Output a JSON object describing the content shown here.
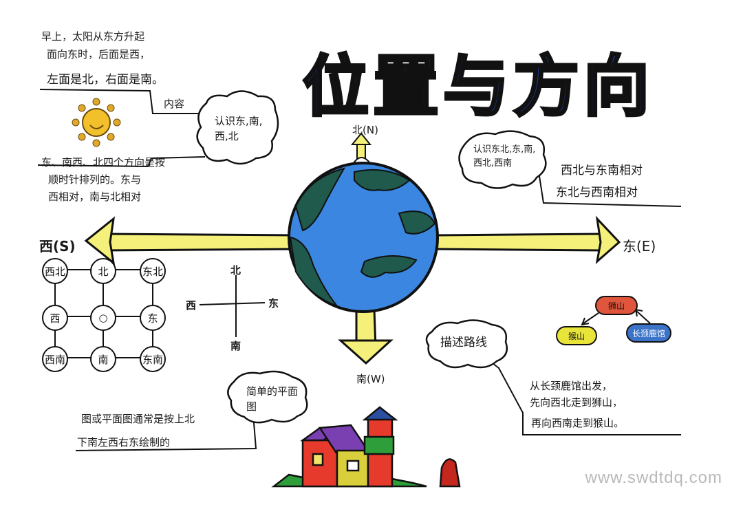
{
  "title": "位置与方向",
  "directions": {
    "north": "北(N)",
    "south": "南(W)",
    "east": "东(E)",
    "west": "西(S)"
  },
  "top_left": {
    "notes": [
      "早上，太阳从东方升起",
      "面向东时，后面是西，",
      "左面是北，右面是南。"
    ],
    "tag": "内容"
  },
  "bubble_recognize_4": "认识东,南,西,北",
  "left_middle_note": [
    "东、南西、北四个方向是按",
    "顺时针排列的。东与",
    "西相对，南与北相对"
  ],
  "bubble_recognize_diag": "认识东北,东,南,西北,西南",
  "right_top_note": [
    "西北与东南相对",
    "东北与西南相对"
  ],
  "grid": [
    [
      "西北",
      "北",
      "东北"
    ],
    [
      "西",
      "○",
      "东"
    ],
    [
      "西南",
      "南",
      "东南"
    ]
  ],
  "cross": {
    "north": "北",
    "south": "南",
    "east": "东",
    "west": "西"
  },
  "bubble_route": "描述路线",
  "route_note": [
    "从长颈鹿馆出发，",
    "先向西北走到狮山，",
    "再向西南走到猴山。"
  ],
  "route_map": {
    "top": "狮山",
    "left": "猴山",
    "right": "长颈鹿馆"
  },
  "bubble_simple_map": "简单的平面图",
  "bottom_left_note": [
    "图或平面图通常是按上北",
    "下南左西右东绘制的"
  ],
  "watermark": "www.swdtdq.com",
  "colors": {
    "title_blue": "#1f3fa8",
    "ocean": "#3a86e0",
    "land": "#1f5a4c",
    "arrow_yellow": "#f4f07a"
  }
}
